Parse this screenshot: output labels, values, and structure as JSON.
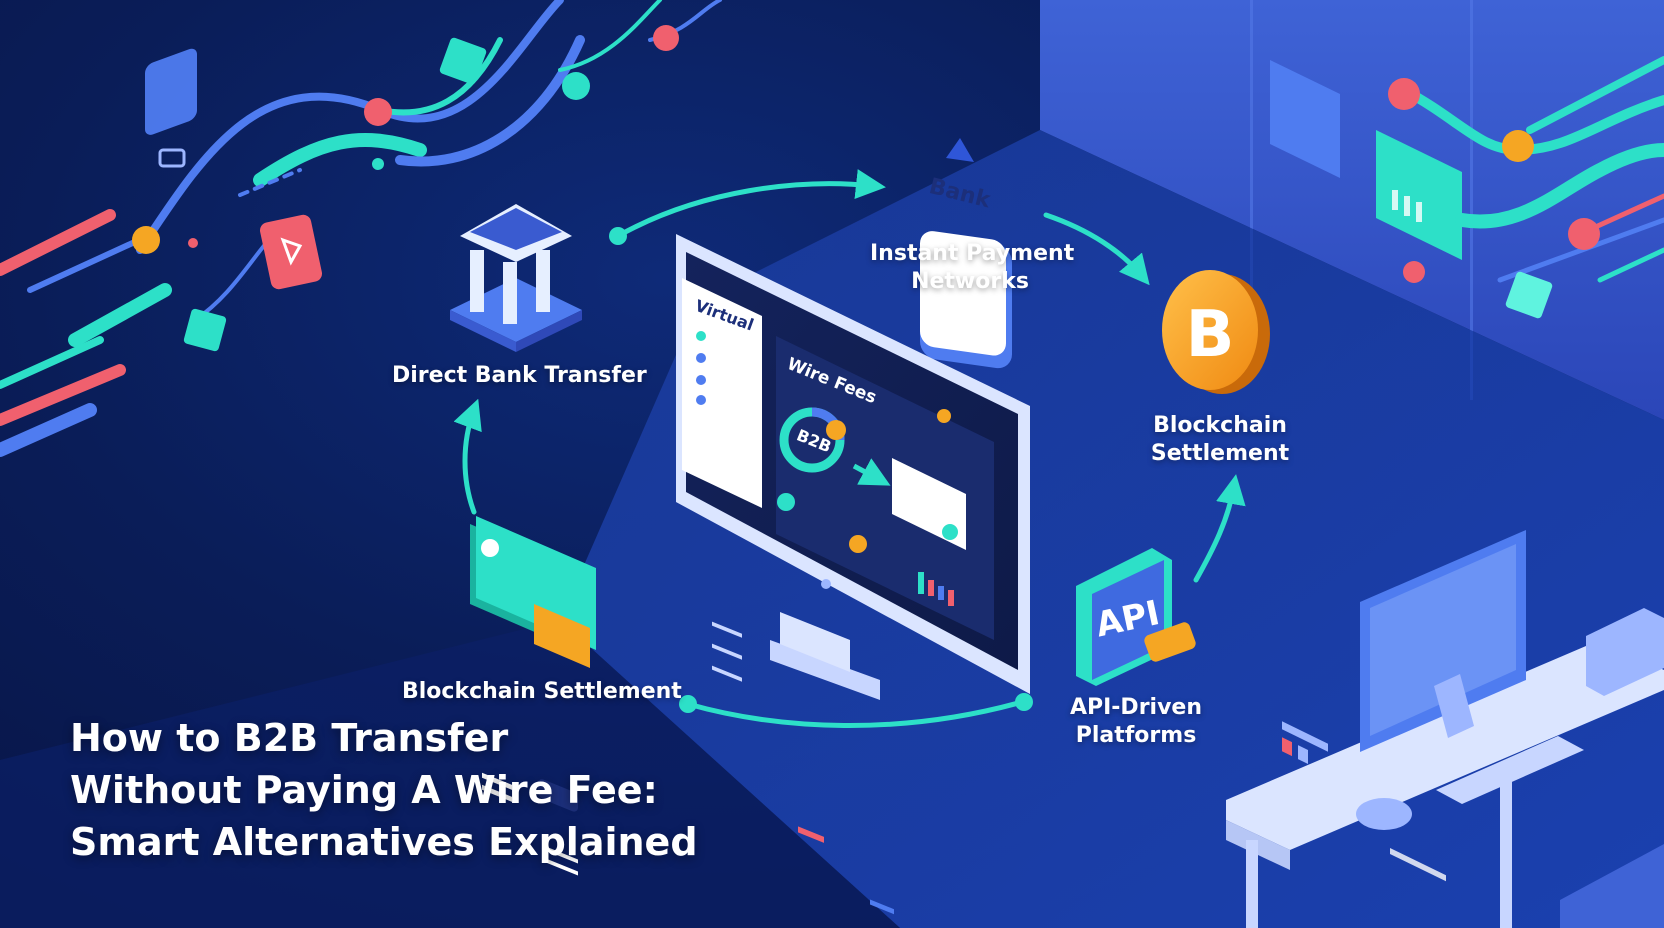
{
  "headline": {
    "line1": "How to B2B Transfer",
    "line2": "Without Paying A Wire Fee:",
    "line3": "Smart Alternatives Explained"
  },
  "nodes": {
    "direct_bank_transfer": "Direct Bank Transfer",
    "instant_payment_line1": "Instant Payment",
    "instant_payment_line2": "Networks",
    "blockchain_line1": "Blockchain",
    "blockchain_line2": "Settlement",
    "blockchain_bottom": "Blockchain Settlement",
    "api_line1": "API-Driven",
    "api_line2": "Platforms"
  },
  "icons": {
    "bank_badge_text": "Bank",
    "api_text": "API",
    "bitcoin_symbol": "B"
  },
  "monitor": {
    "sidebar_title": "Virtual",
    "panel_title": "Wire Fees",
    "ring_text": "B2B"
  },
  "colors": {
    "background": "#0a1d58",
    "accent_cyan": "#2de0c8",
    "accent_coral": "#f0606e",
    "accent_orange": "#f5a623",
    "accent_blue": "#4f7cf0"
  }
}
